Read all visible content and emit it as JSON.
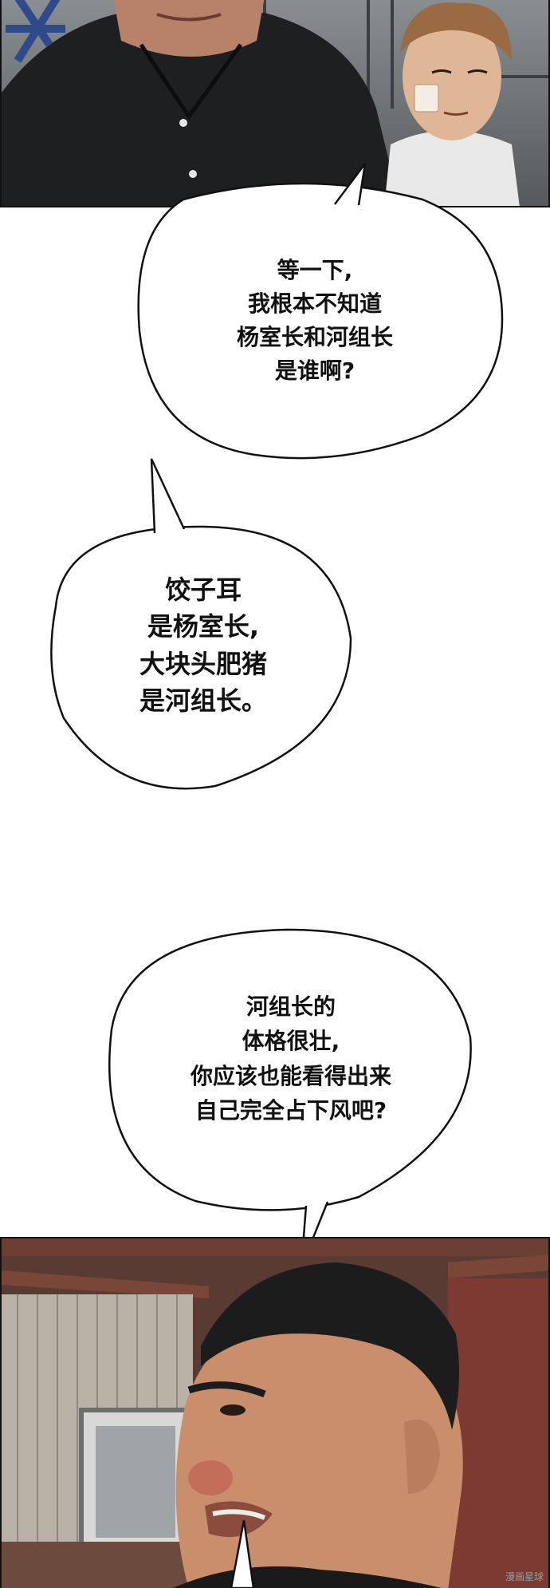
{
  "bubbles": [
    {
      "lines": [
        "等一下,",
        "我根本不知道",
        "杨室长和河组长",
        "是谁啊?"
      ]
    },
    {
      "lines": [
        "饺子耳",
        "是杨室长,",
        "大块头肥猪",
        "是河组长。"
      ]
    },
    {
      "lines": [
        "河组长的",
        "体格很壮,",
        "你应该也能看得出来",
        "自己完全占下风吧?"
      ]
    }
  ],
  "watermark": "漫画星球"
}
